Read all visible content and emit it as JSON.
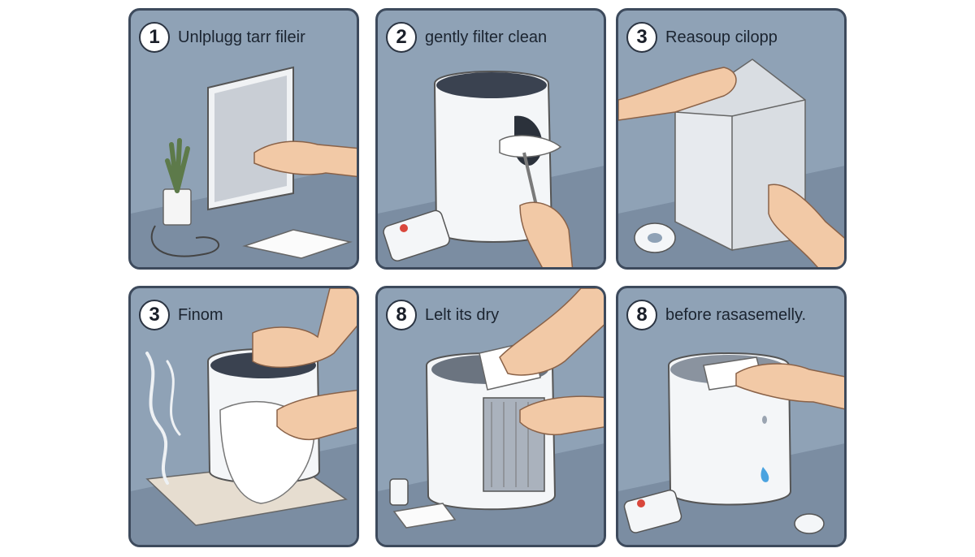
{
  "colors": {
    "panel_bg": "#8fa2b6",
    "panel_border": "#3d4a5c",
    "floor": "#7b8da2",
    "appliance": "#f4f6f8",
    "skin": "#f2c9a6",
    "filter_mesh": "#d9dde2",
    "grille": "#3a4250"
  },
  "steps": [
    {
      "number": "1",
      "caption": "Unlplugg tarr fileir",
      "icon": "filter-panel-hand-icon"
    },
    {
      "number": "2",
      "caption": "gently filter clean",
      "icon": "purifier-brush-icon"
    },
    {
      "number": "3",
      "caption": "Reasoup cilopp",
      "icon": "filter-box-hand-icon"
    },
    {
      "number": "3",
      "caption": "Finom",
      "icon": "purifier-towel-icon"
    },
    {
      "number": "8",
      "caption": "Lelt its dry",
      "icon": "purifier-open-filter-icon"
    },
    {
      "number": "8",
      "caption": "before rasasemelly.",
      "icon": "purifier-reassemble-icon"
    }
  ]
}
